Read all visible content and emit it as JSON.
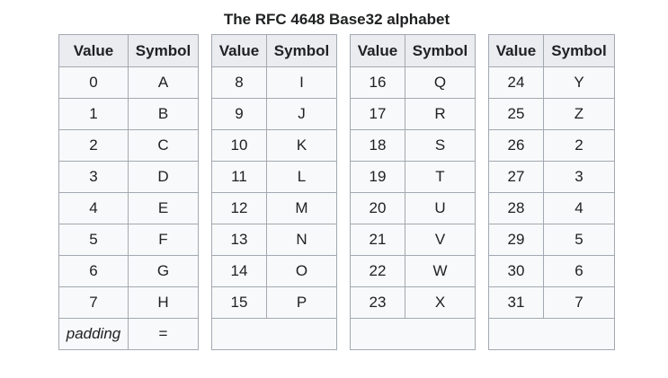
{
  "caption": "The RFC 4648 Base32 alphabet",
  "headers": {
    "value": "Value",
    "symbol": "Symbol"
  },
  "groups": [
    {
      "rows": [
        {
          "value": "0",
          "symbol": "A"
        },
        {
          "value": "1",
          "symbol": "B"
        },
        {
          "value": "2",
          "symbol": "C"
        },
        {
          "value": "3",
          "symbol": "D"
        },
        {
          "value": "4",
          "symbol": "E"
        },
        {
          "value": "5",
          "symbol": "F"
        },
        {
          "value": "6",
          "symbol": "G"
        },
        {
          "value": "7",
          "symbol": "H"
        }
      ]
    },
    {
      "rows": [
        {
          "value": "8",
          "symbol": "I"
        },
        {
          "value": "9",
          "symbol": "J"
        },
        {
          "value": "10",
          "symbol": "K"
        },
        {
          "value": "11",
          "symbol": "L"
        },
        {
          "value": "12",
          "symbol": "M"
        },
        {
          "value": "13",
          "symbol": "N"
        },
        {
          "value": "14",
          "symbol": "O"
        },
        {
          "value": "15",
          "symbol": "P"
        }
      ]
    },
    {
      "rows": [
        {
          "value": "16",
          "symbol": "Q"
        },
        {
          "value": "17",
          "symbol": "R"
        },
        {
          "value": "18",
          "symbol": "S"
        },
        {
          "value": "19",
          "symbol": "T"
        },
        {
          "value": "20",
          "symbol": "U"
        },
        {
          "value": "21",
          "symbol": "V"
        },
        {
          "value": "22",
          "symbol": "W"
        },
        {
          "value": "23",
          "symbol": "X"
        }
      ]
    },
    {
      "rows": [
        {
          "value": "24",
          "symbol": "Y"
        },
        {
          "value": "25",
          "symbol": "Z"
        },
        {
          "value": "26",
          "symbol": "2"
        },
        {
          "value": "27",
          "symbol": "3"
        },
        {
          "value": "28",
          "symbol": "4"
        },
        {
          "value": "29",
          "symbol": "5"
        },
        {
          "value": "30",
          "symbol": "6"
        },
        {
          "value": "31",
          "symbol": "7"
        }
      ]
    }
  ],
  "padding": {
    "label": "padding",
    "symbol": "="
  }
}
